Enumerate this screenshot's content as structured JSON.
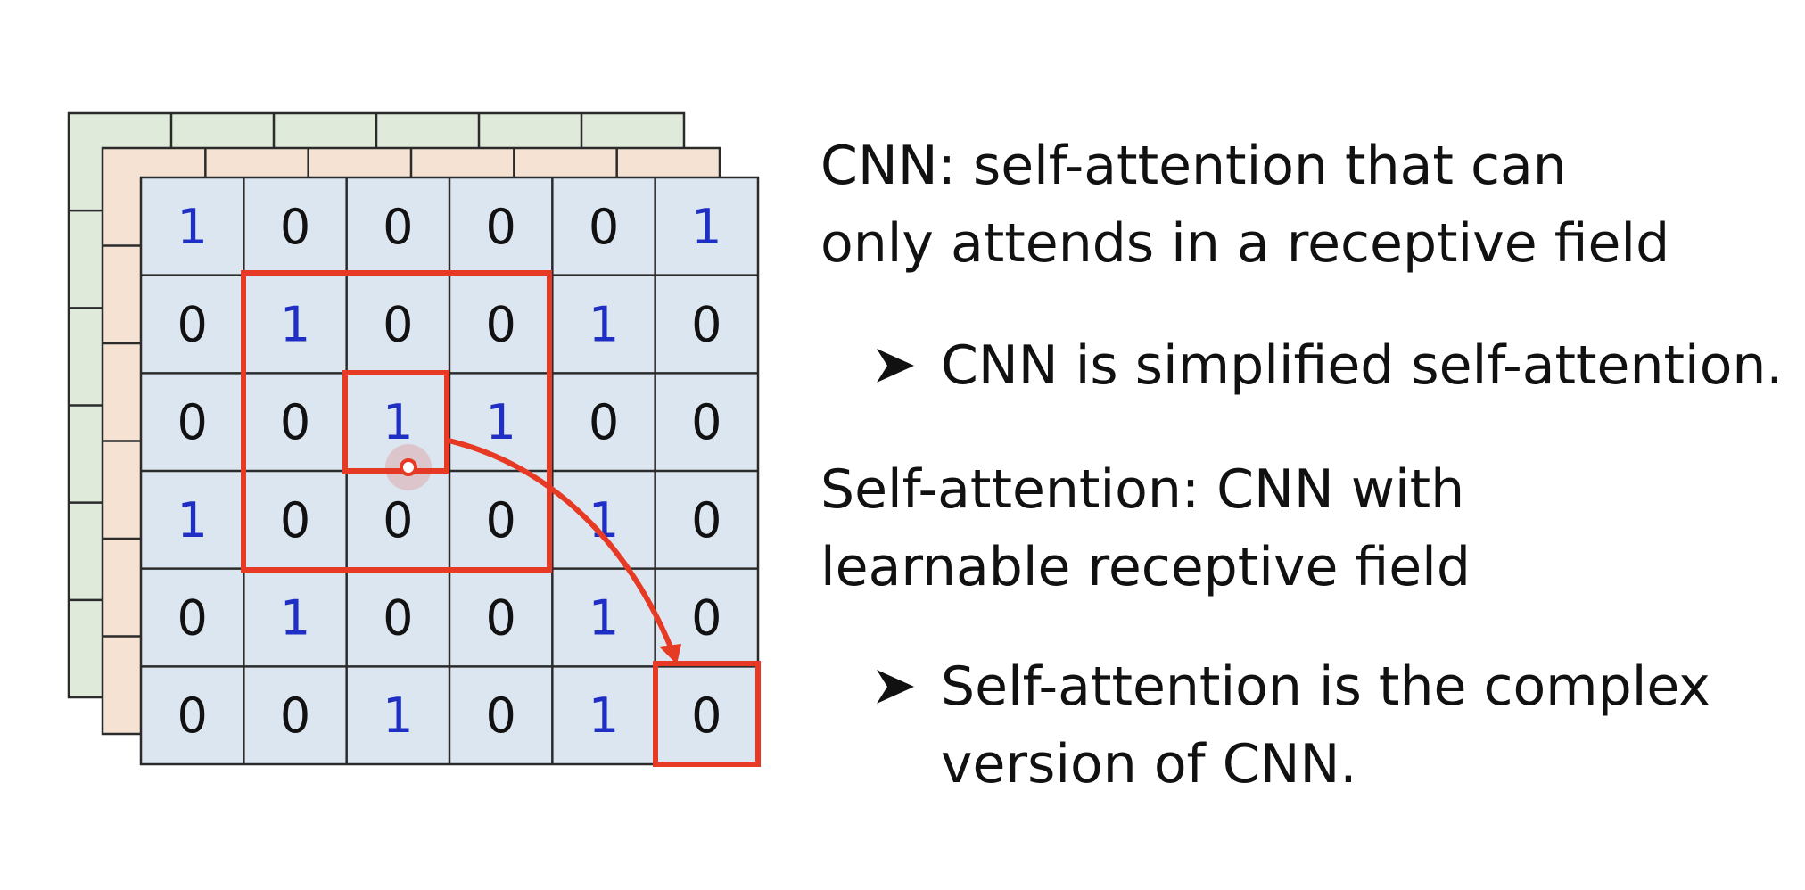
{
  "colors": {
    "back_layer": "#dfeadb",
    "middle_layer": "#f6e2d3",
    "front_layer": "#dce6f0",
    "grid_line": "#2b2b2b",
    "one_digit": "#1f2fc4",
    "zero_digit": "#111111",
    "highlight": "#e63a25",
    "text": "#111111"
  },
  "grid": {
    "values": [
      [
        1,
        0,
        0,
        0,
        0,
        1
      ],
      [
        0,
        1,
        0,
        0,
        1,
        0
      ],
      [
        0,
        0,
        1,
        1,
        0,
        0
      ],
      [
        1,
        0,
        0,
        0,
        1,
        0
      ],
      [
        0,
        1,
        0,
        0,
        1,
        0
      ],
      [
        0,
        0,
        1,
        0,
        1,
        0
      ]
    ]
  },
  "text": {
    "cnn_line1": "CNN: self-attention that can",
    "cnn_line2": "only attends in a receptive field",
    "bullet1": "CNN is simplified self-attention.",
    "sa_line1": "Self-attention: CNN with",
    "sa_line2": "learnable receptive field",
    "bullet2_line1": "Self-attention is the complex",
    "bullet2_line2": "version of CNN."
  }
}
